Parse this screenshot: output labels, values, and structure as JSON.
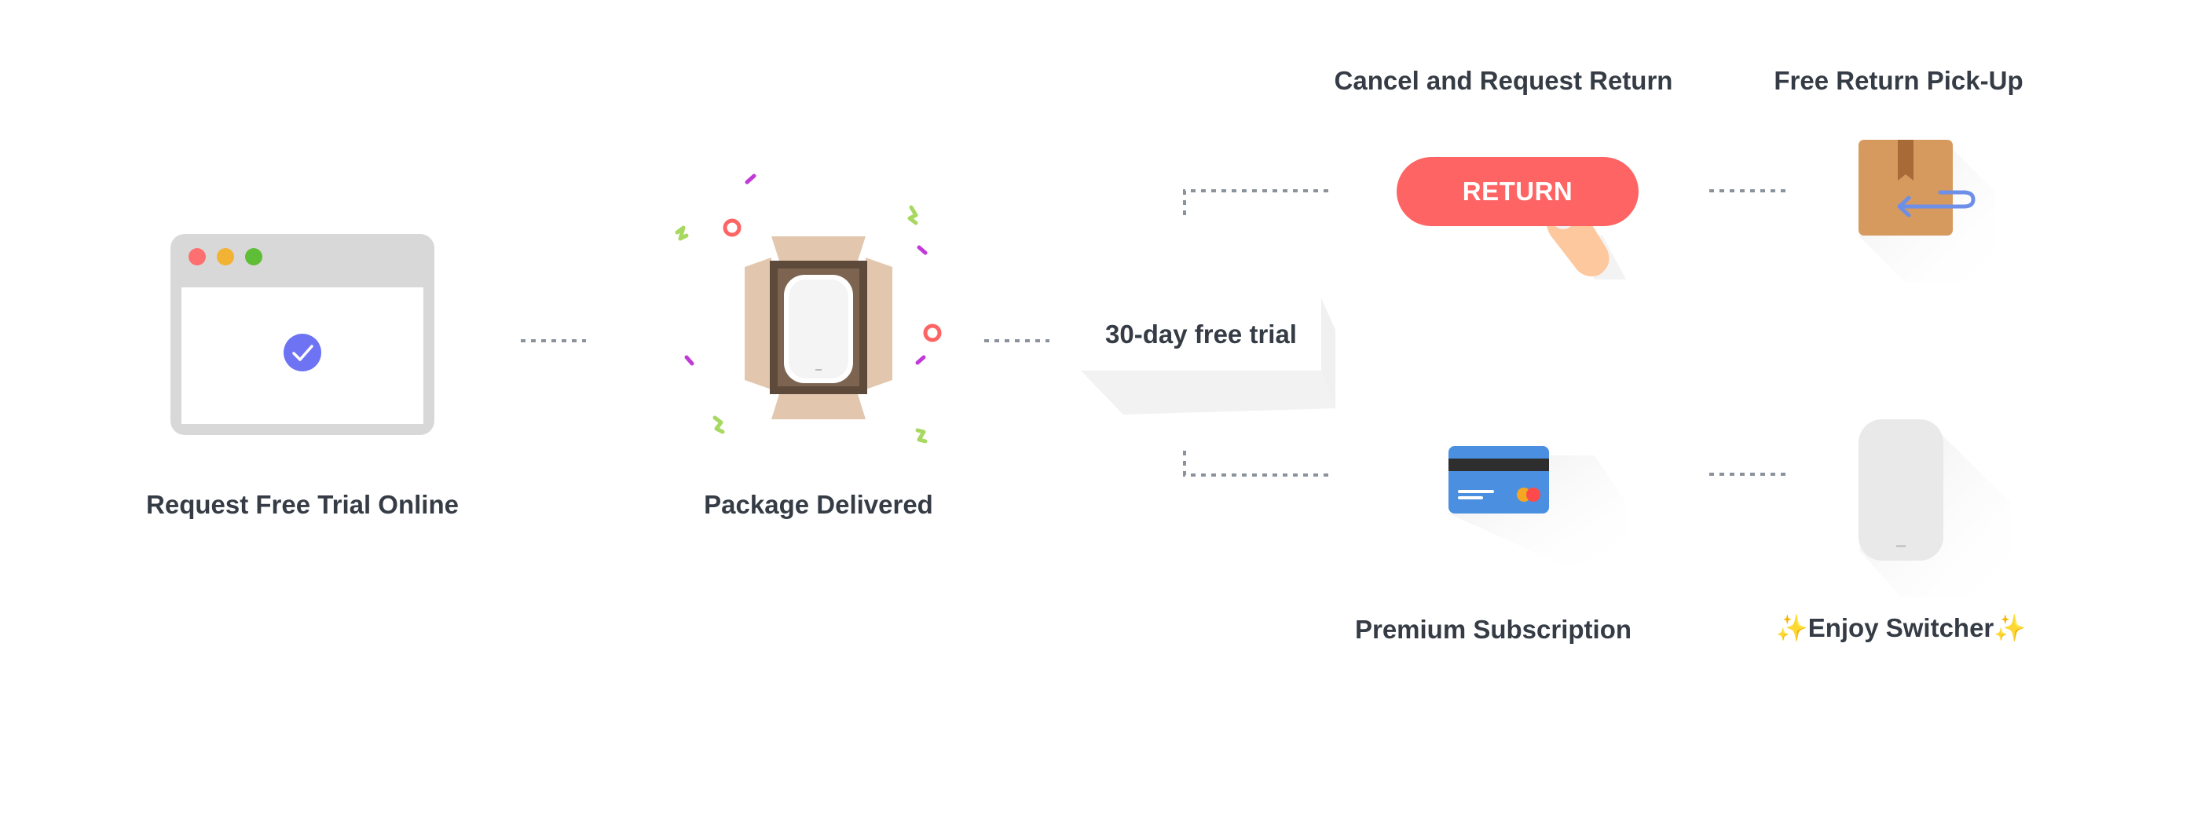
{
  "steps": {
    "request": {
      "label": "Request Free Trial Online"
    },
    "delivered": {
      "label": "Package Delivered"
    },
    "trial": {
      "label": "30-day free trial"
    },
    "cancel": {
      "label": "Cancel and Request Return",
      "button_label": "RETURN"
    },
    "pickup": {
      "label": "Free Return Pick-Up"
    },
    "subscription": {
      "label": "Premium Subscription"
    },
    "enjoy": {
      "label": "Enjoy Switcher",
      "sparkle": "✨"
    }
  },
  "colors": {
    "text": "#353c45",
    "connector": "#8a939c",
    "return_button": "#fe6464",
    "check_badge": "#6e73f3",
    "card_blue": "#4a8fe0",
    "box_brown": "#d69a5f",
    "confetti_green": "#a7d860",
    "confetti_purple": "#c13ad8",
    "confetti_red": "#fe6464"
  },
  "icons": {
    "browser": "browser-window-icon",
    "check": "check-circle-icon",
    "open_box": "open-box-icon",
    "device": "switcher-device-icon",
    "hand": "pointing-hand-icon",
    "return_box": "return-package-icon",
    "credit_card": "credit-card-icon"
  }
}
